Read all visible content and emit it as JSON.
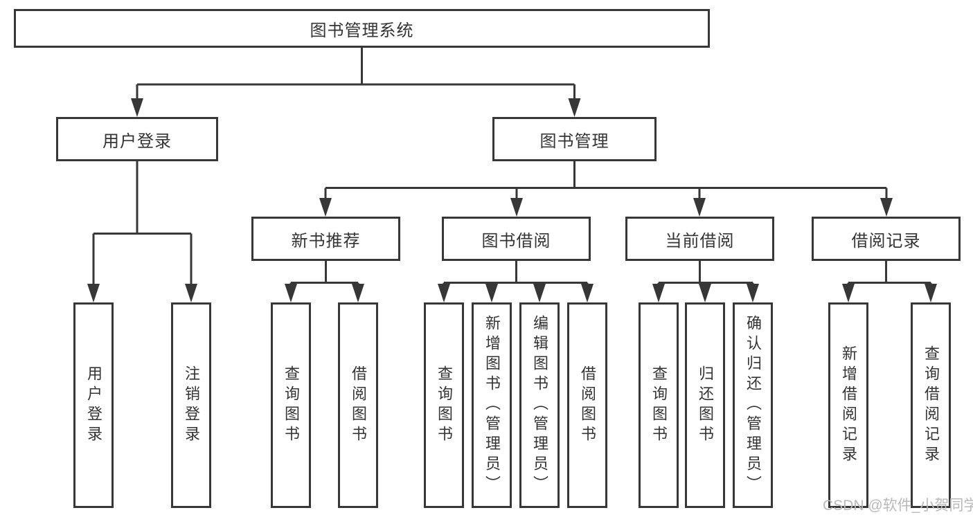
{
  "tree": {
    "root": {
      "label": "图书管理系统"
    },
    "branches": [
      {
        "label": "用户登录",
        "children": [
          {
            "label": "用户登录"
          },
          {
            "label": "注销登录"
          }
        ]
      },
      {
        "label": "图书管理",
        "children": [
          {
            "label": "新书推荐",
            "children": [
              {
                "label": "查询图书"
              },
              {
                "label": "借阅图书"
              }
            ]
          },
          {
            "label": "图书借阅",
            "children": [
              {
                "label": "查询图书"
              },
              {
                "label": "新增图书（管理员）"
              },
              {
                "label": "编辑图书（管理员）"
              },
              {
                "label": "借阅图书"
              }
            ]
          },
          {
            "label": "当前借阅",
            "children": [
              {
                "label": "查询图书"
              },
              {
                "label": "归还图书"
              },
              {
                "label": "确认归还（管理员）"
              }
            ]
          },
          {
            "label": "借阅记录",
            "children": [
              {
                "label": "新增借阅记录"
              },
              {
                "label": "查询借阅记录"
              }
            ]
          }
        ]
      }
    ]
  },
  "watermark": {
    "text": "CSDN @软件_小贺同学"
  },
  "colors": {
    "line": "#373737",
    "text": "#333333",
    "box_fill": "#ffffff",
    "watermark": "#b9b9b9"
  }
}
